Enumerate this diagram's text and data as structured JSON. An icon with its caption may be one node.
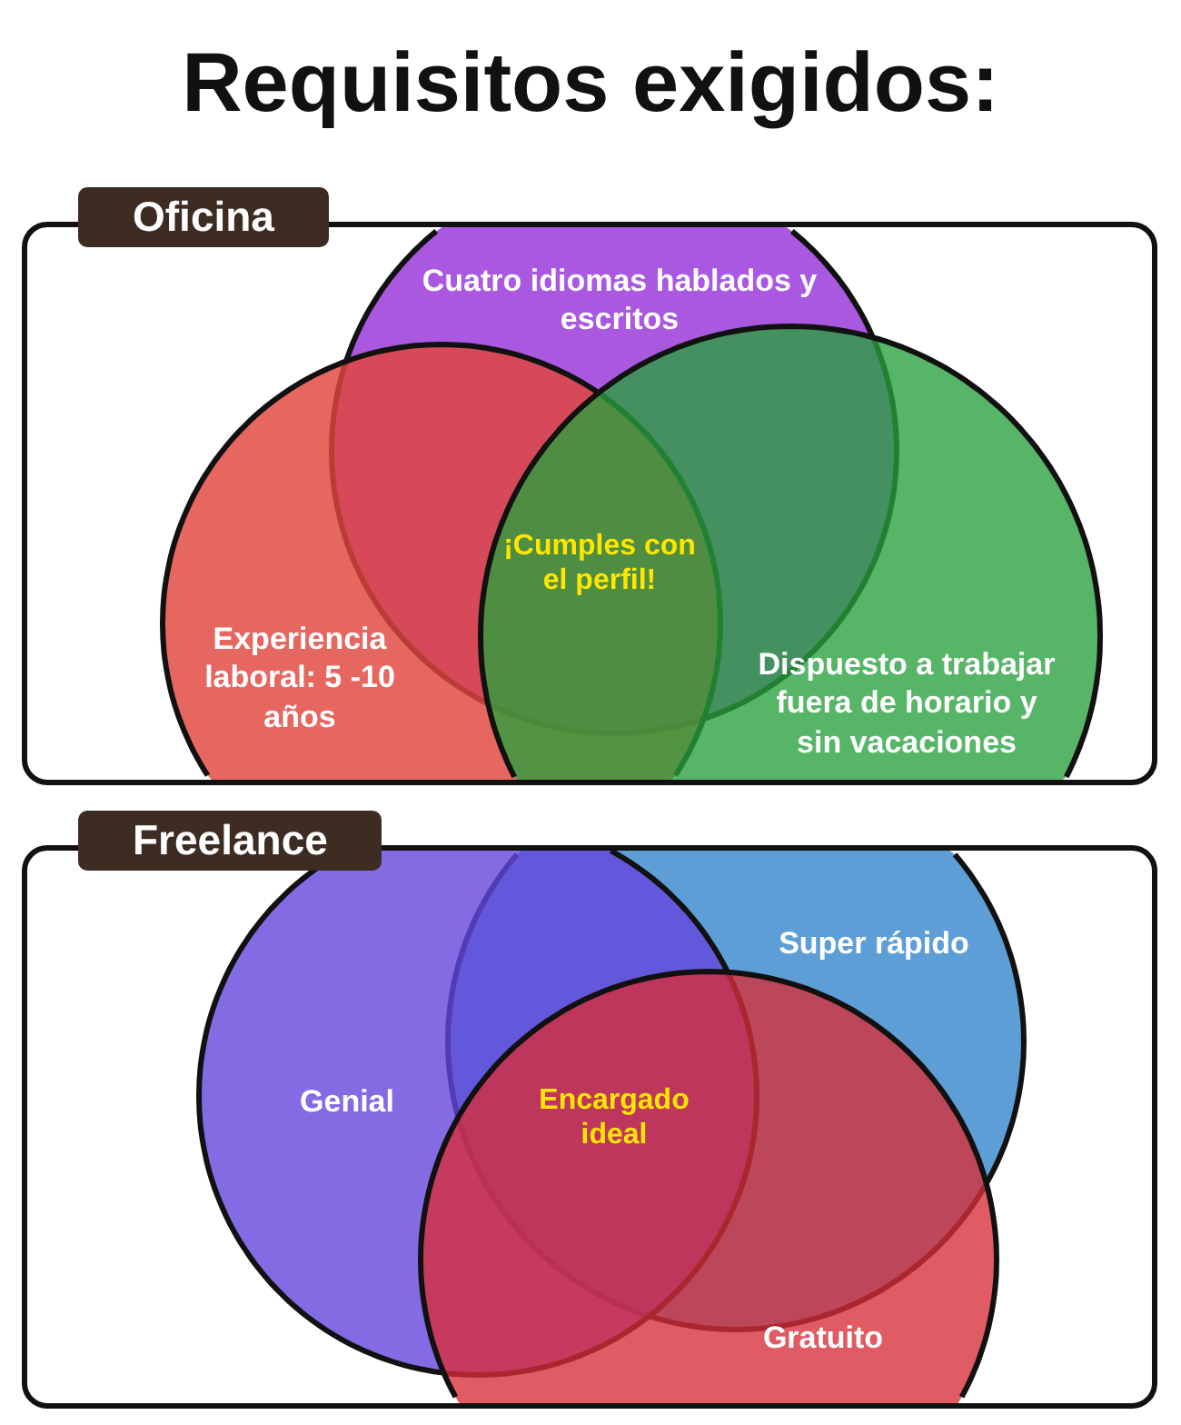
{
  "diagram": {
    "title": "Requisitos exigidos:",
    "nodes": [
      {
        "text": [
          "Oficina"
        ]
      },
      {
        "text": [
          "Cuatro idiomas hablados y escritos"
        ],
        "in": 0
      },
      {
        "text": [
          "Experiencia laboral: 5 -10 años"
        ],
        "in": 0
      },
      {
        "text": [
          "Dispuesto a trabajar fuera de horario y sin vacaciones"
        ],
        "in": 0
      },
      {
        "text": [
          "Freelance"
        ]
      },
      {
        "text": [
          "Super rápido"
        ],
        "in": 4
      },
      {
        "text": [
          "Genial"
        ],
        "in": 4
      },
      {
        "text": [
          "Gratuito"
        ],
        "in": 4
      }
    ],
    "labels": [
      "¡Cumples con el perfil!",
      "Encargado ideal"
    ]
  }
}
